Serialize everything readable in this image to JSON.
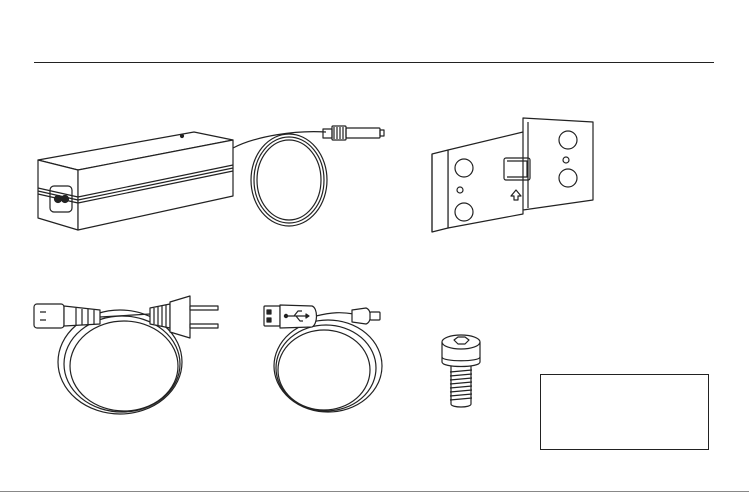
{
  "page": {
    "page_number": ""
  },
  "items": [
    {
      "name": "power-adapter-illustration",
      "icon": "power-adapter-icon"
    },
    {
      "name": "mounting-bracket-illustration",
      "icon": "mounting-bracket-icon"
    },
    {
      "name": "power-cord-illustration",
      "icon": "power-cord-icon"
    },
    {
      "name": "usb-cable-illustration",
      "icon": "usb-cable-icon"
    },
    {
      "name": "hex-screw-illustration",
      "icon": "hex-screw-icon"
    }
  ],
  "colors": {
    "line": "#222222",
    "background": "#ffffff"
  }
}
